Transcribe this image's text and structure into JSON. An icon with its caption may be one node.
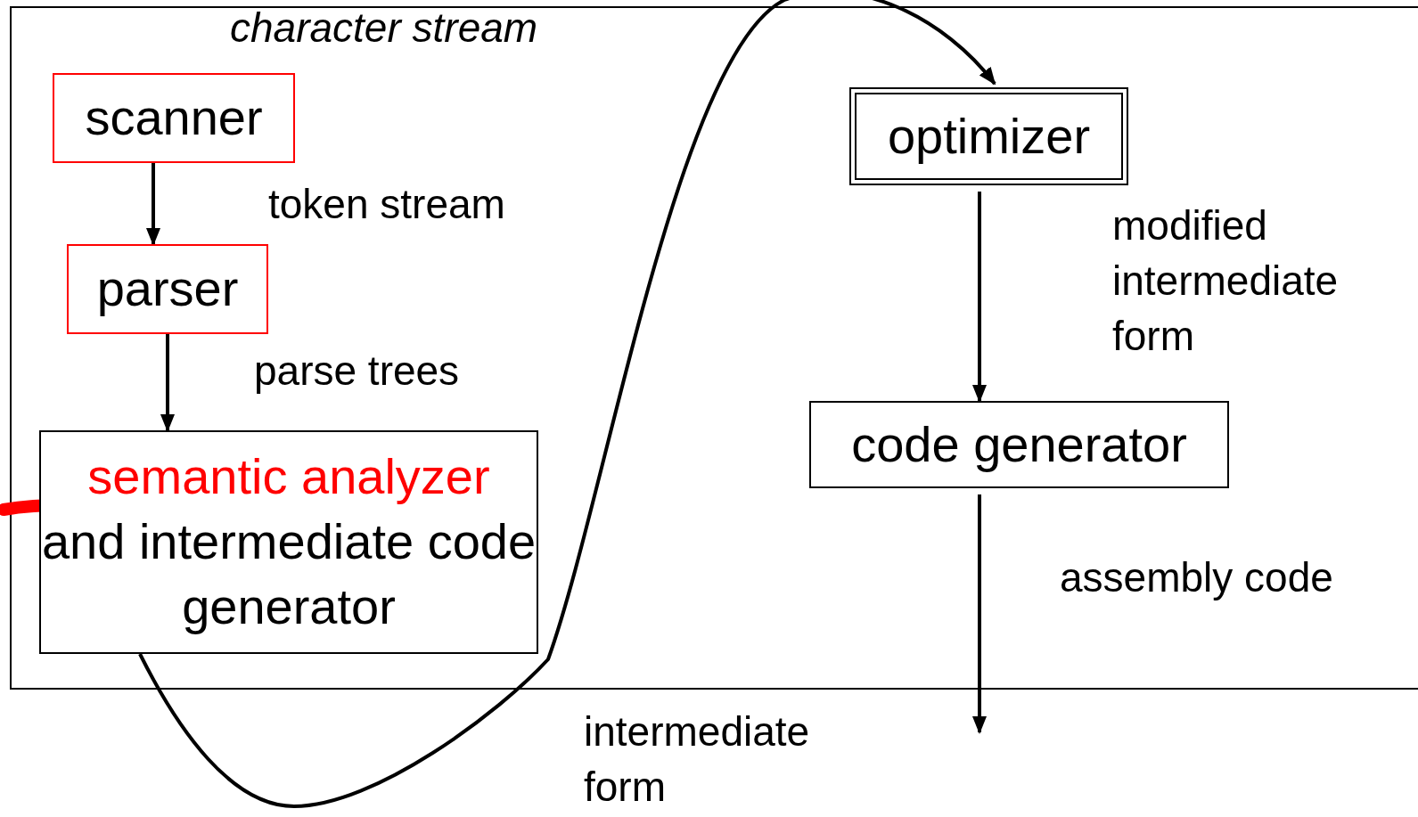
{
  "diagram": {
    "nodes": [
      {
        "text": [
          "scanner"
        ]
      },
      {
        "text": [
          "parser"
        ]
      },
      {
        "text": [
          "semantic analyzer",
          "and intermediate code generator"
        ]
      },
      {
        "text": [
          "optimizer"
        ]
      },
      {
        "text": [
          "code generator"
        ]
      }
    ],
    "edges": [
      {
        "from": 0,
        "to": 1,
        "arrow": "to",
        "label": "token stream"
      },
      {
        "from": 1,
        "to": 2,
        "arrow": "to",
        "label": "parse trees"
      },
      {
        "from": 2,
        "to": 3,
        "arrow": "to",
        "label": "intermediate form"
      },
      {
        "from": 3,
        "to": 4,
        "arrow": "to",
        "label": "modified intermediate form"
      },
      {
        "from": 4,
        "to": null,
        "arrow": "to",
        "label": "assembly code"
      }
    ],
    "labels": [
      "character stream"
    ]
  }
}
